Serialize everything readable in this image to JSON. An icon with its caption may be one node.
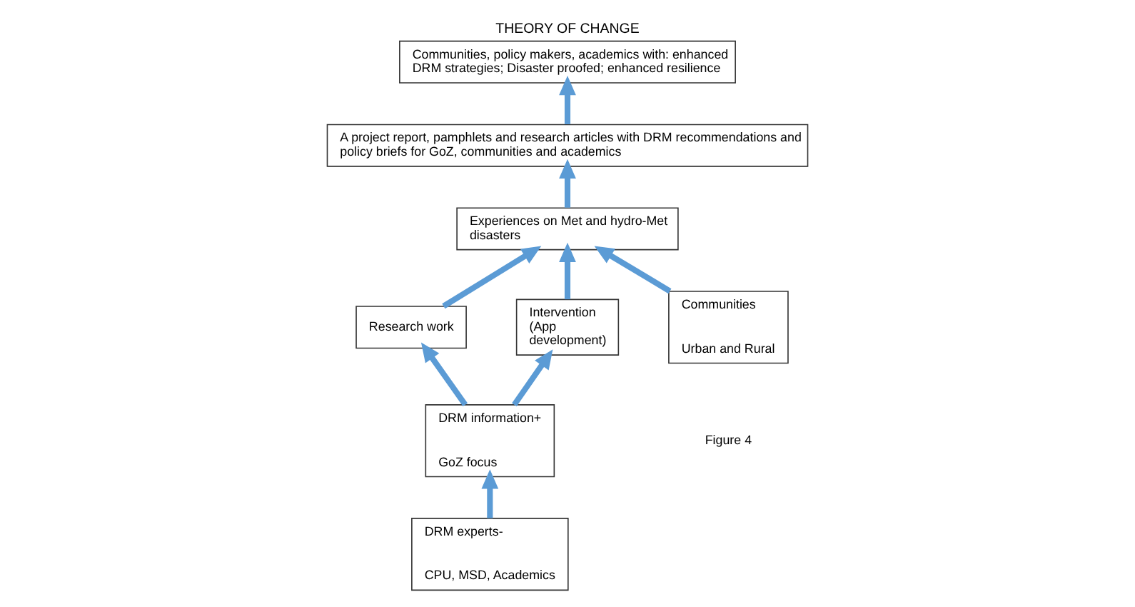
{
  "diagram": {
    "title": "THEORY OF CHANGE",
    "caption": "Figure 4",
    "nodes": [
      {
        "text": [
          "Communities, policy makers, academics with: enhanced DRM strategies; Disaster proofed; enhanced resilience"
        ]
      },
      {
        "text": [
          "A project report, pamphlets and research articles with DRM recommendations and policy briefs for GoZ, communities and academics"
        ]
      },
      {
        "text": [
          "Experiences on Met and hydro-Met disasters"
        ]
      },
      {
        "text": [
          "Research work"
        ]
      },
      {
        "text": [
          "DRM information+",
          "GoZ focus"
        ]
      },
      {
        "text": [
          "Intervention (App development)"
        ]
      },
      {
        "text": [
          "Communities",
          "Urban and Rural"
        ]
      },
      {
        "text": [
          "DRM experts-",
          "CPU, MSD, Academics"
        ]
      }
    ],
    "edges": [
      {
        "from": 1,
        "to": 0,
        "arrow": "to"
      },
      {
        "from": 2,
        "to": 1,
        "arrow": "to"
      },
      {
        "from": 3,
        "to": 2,
        "arrow": "to"
      },
      {
        "from": 4,
        "to": 3,
        "arrow": "to"
      },
      {
        "from": 4,
        "to": 5,
        "arrow": "to"
      },
      {
        "from": 5,
        "to": 2,
        "arrow": "to"
      },
      {
        "from": 6,
        "to": 2,
        "arrow": "to"
      },
      {
        "from": 7,
        "to": 4,
        "arrow": "to"
      }
    ]
  }
}
